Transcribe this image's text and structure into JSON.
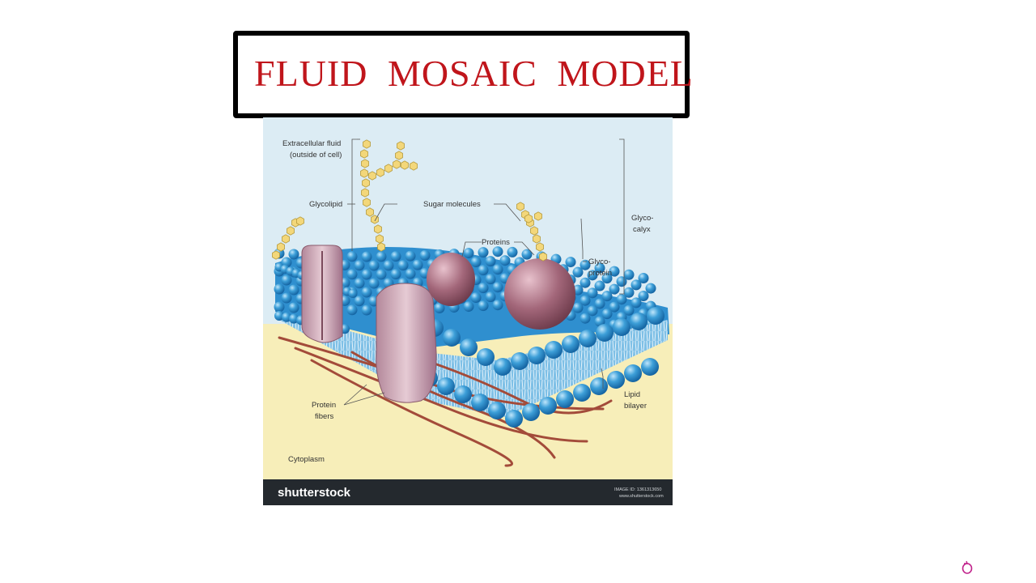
{
  "title": "FLUID  MOSAIC  MODEL",
  "diagram": {
    "labels": {
      "extracellular_1": "Extracellular fluid",
      "extracellular_2": "(outside of cell)",
      "glycolipid": "Glycolipid",
      "sugar_molecules": "Sugar molecules",
      "proteins": "Proteins",
      "glycoprotein_1": "Glyco-",
      "glycoprotein_2": "protein",
      "glycocalyx_1": "Glyco-",
      "glycocalyx_2": "calyx",
      "lipid_bilayer_1": "Lipid",
      "lipid_bilayer_2": "bilayer",
      "protein_fibers_1": "Protein",
      "protein_fibers_2": "fibers",
      "cytoplasm": "Cytoplasm"
    },
    "footer": {
      "brand": "shutterstock",
      "image_id": "IMAGE ID: 1361313650",
      "site": "www.shutterstock.com"
    },
    "colors": {
      "extracellular": "#dcecf4",
      "cytoplasm": "#f7eeb9",
      "lipid_head": "#3d9fd8",
      "protein": "#a3677a",
      "sugar": "#f3d77a",
      "footer_bar": "#24292e"
    }
  },
  "corner_icon": "refresh-icon",
  "title_color": "#c0151b"
}
